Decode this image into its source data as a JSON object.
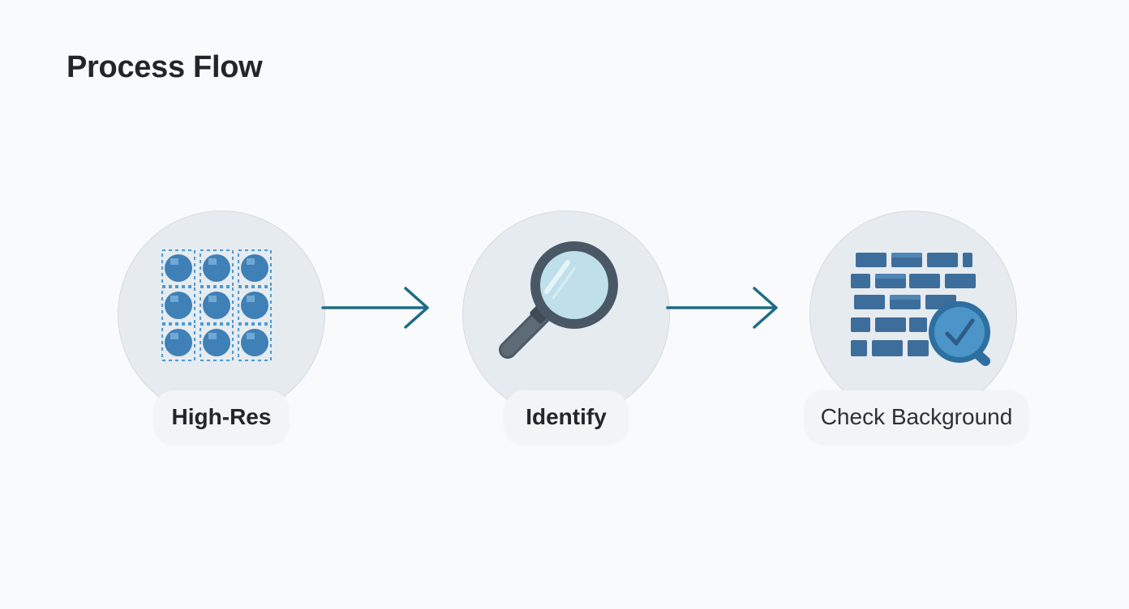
{
  "title": "Process Flow",
  "steps": [
    {
      "label": "High-Res",
      "icon": "pixel-grid-icon"
    },
    {
      "label": "Identify",
      "icon": "magnifier-icon"
    },
    {
      "label": "Check Background",
      "icon": "brick-wall-check-icon"
    }
  ],
  "colors": {
    "accent": "#1f6b85",
    "icon_blue": "#3d7fb5",
    "icon_dark": "#3a4a5a",
    "circle_fill": "#e6ebf0",
    "text": "#22262b"
  }
}
